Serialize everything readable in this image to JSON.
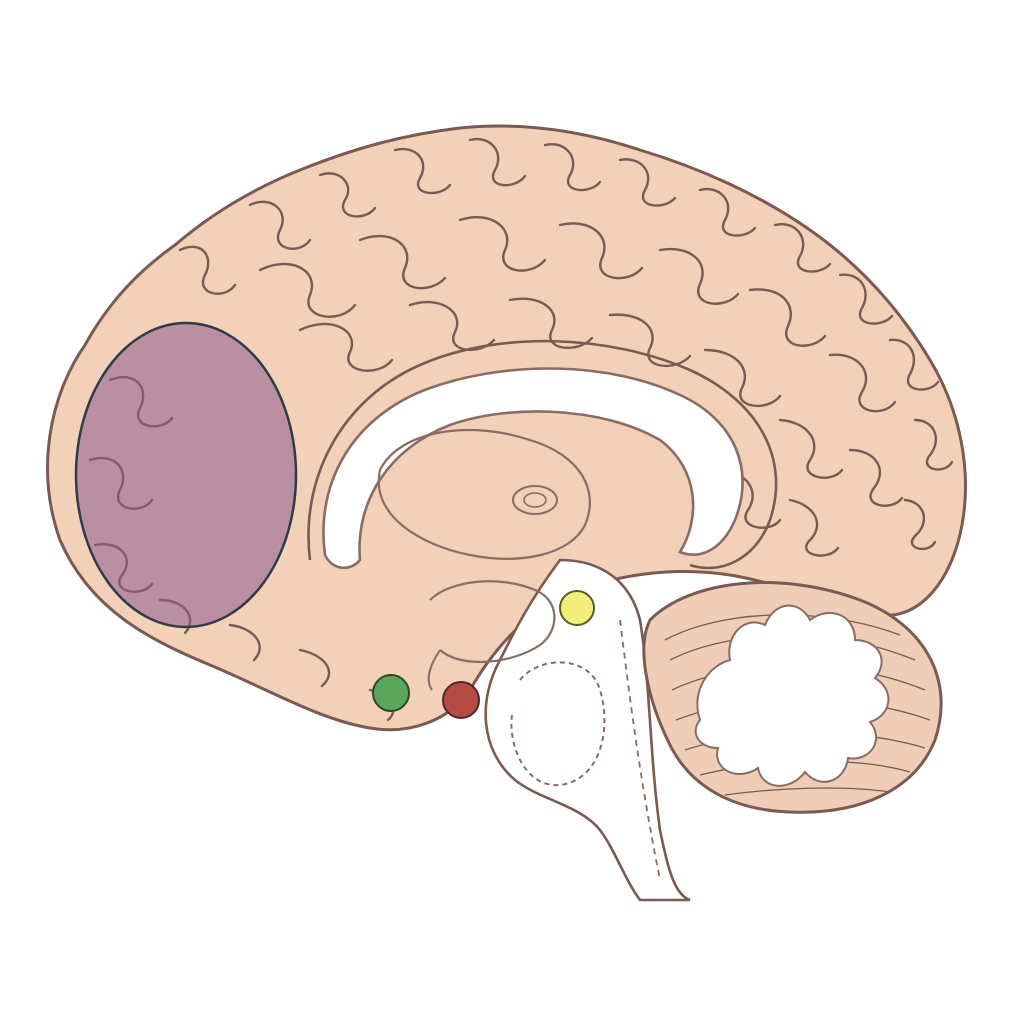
{
  "diagram": {
    "subject": "sagittal-brain-section",
    "colors": {
      "background": "#ffffff",
      "cortex_fill": "#f3d0b8",
      "cortex_outline": "#7a5a52",
      "inner_fill": "#ffffff",
      "inner_line": "#8a6c66",
      "cerebellum_fill": "#f0cdb6"
    },
    "highlights": [
      {
        "id": "prefrontal-region",
        "shape": "ellipse",
        "fill": "#8a5a8e",
        "opacity": 0.55,
        "stroke": "#2e3b48"
      },
      {
        "id": "green-marker",
        "shape": "circle",
        "fill": "#5aa65a",
        "stroke": "#2a4a2a"
      },
      {
        "id": "red-marker",
        "shape": "circle",
        "fill": "#b54a42",
        "stroke": "#4a2a2a"
      },
      {
        "id": "yellow-marker",
        "shape": "circle",
        "fill": "#f2ee7a",
        "stroke": "#5a5a2a"
      }
    ]
  }
}
